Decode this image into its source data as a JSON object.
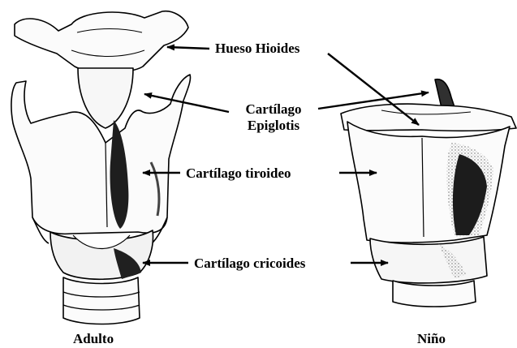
{
  "labels": {
    "hyoid": "Hueso Hioides",
    "epiglottis_line1": "Cartílago",
    "epiglottis_line2": "Epiglotis",
    "thyroid": "Cartílago tiroideo",
    "cricoid": "Cartílago cricoides"
  },
  "captions": {
    "adult": "Adulto",
    "child": "Niño"
  },
  "colors": {
    "ink": "#000000",
    "shade": "#2a2a2a",
    "light": "#f4f4f4"
  }
}
